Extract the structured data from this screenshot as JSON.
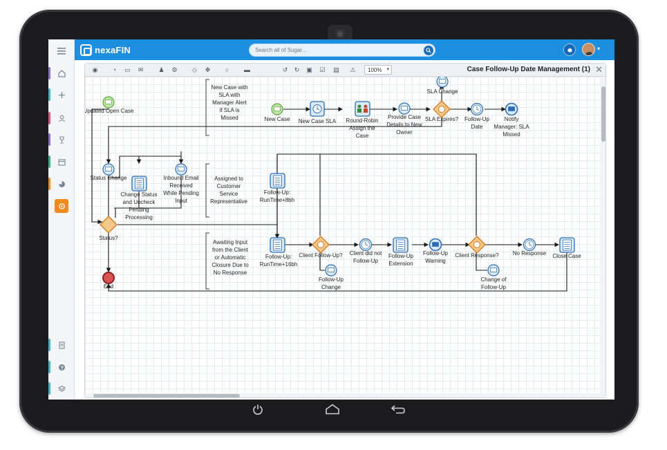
{
  "app": {
    "brand": "nexaFIN"
  },
  "search": {
    "placeholder": "Search all of Sugar..."
  },
  "colors": {
    "topbar": "#1d8fe0",
    "accent": "#f08a1c",
    "canvas_grid": "#e6eaee"
  },
  "left_nav": [
    {
      "icon": "menu-icon",
      "color": ""
    },
    {
      "icon": "home-icon",
      "color": "#8b6fd0"
    },
    {
      "icon": "plus-icon",
      "color": "#3fb5c4"
    },
    {
      "icon": "contacts-icon",
      "color": "#e0557a"
    },
    {
      "icon": "trophy-icon",
      "color": "#8b6fd0"
    },
    {
      "icon": "calendar-icon",
      "color": "#35b08a"
    },
    {
      "icon": "reports-icon",
      "color": "#f08a1c"
    },
    {
      "icon": "process-icon",
      "color": "#f08a1c"
    },
    {
      "icon": "notes-icon",
      "color": "#3fb5c4"
    },
    {
      "icon": "help-icon",
      "color": "#3fb5c4"
    },
    {
      "icon": "layers-icon",
      "color": "#3fb5c4"
    }
  ],
  "panel": {
    "title": "Case Follow-Up Date Management (1)",
    "zoom": "100%"
  },
  "diagram": {
    "nodes": {
      "updated_open_case": "Updated Open Case",
      "new_case_annotation": [
        "New Case with",
        "SLA with",
        "Manager Alert",
        "if SLA is",
        "Missed"
      ],
      "new_case": "New Case",
      "new_case_sla": "New Case SLA",
      "round_robin": [
        "Round-Robin",
        "Assign the",
        "Case"
      ],
      "provide_case_details": [
        "Provide Case",
        "Details to New",
        "Owner"
      ],
      "sla_change": "SLA Change",
      "sla_expires": "SLA Expires?",
      "follow_up_date": [
        "Follow-Up",
        "Date"
      ],
      "notify_manager": [
        "Notify",
        "Manager: SLA",
        "Missed"
      ],
      "status_change": "Status Change",
      "change_status": [
        "Change Status",
        "and Uncheck",
        "Pending",
        "Processing"
      ],
      "inbound_email": [
        "Inbound Email",
        "Received",
        "While Pending",
        "Input"
      ],
      "assigned_annotation": [
        "Assigned to",
        "Customer",
        "Service",
        "Representative"
      ],
      "follow_up_8bh": [
        "Follow-Up:",
        "RunTime+8bh"
      ],
      "status": "Status?",
      "awaiting_annotation": [
        "Awaiting Input",
        "from the Client",
        "or Automatic",
        "Closure Due to",
        "No Response"
      ],
      "follow_up_16bh": [
        "Follow-Up:",
        "RunTime+16bh"
      ],
      "client_follow_up": "Client Follow-Up?",
      "follow_up_change": [
        "Follow-Up",
        "Change"
      ],
      "client_did_not": [
        "Client did not",
        "Follow-Up"
      ],
      "follow_up_extension": [
        "Follow-Up",
        "Extension"
      ],
      "follow_up_warning": [
        "Follow-Up",
        "Warning"
      ],
      "client_response": "Client Response?",
      "change_of_follow_up": [
        "Change of",
        "Follow-Up"
      ],
      "no_response": "No Response",
      "close_case": "Close Case",
      "end": "End"
    }
  }
}
